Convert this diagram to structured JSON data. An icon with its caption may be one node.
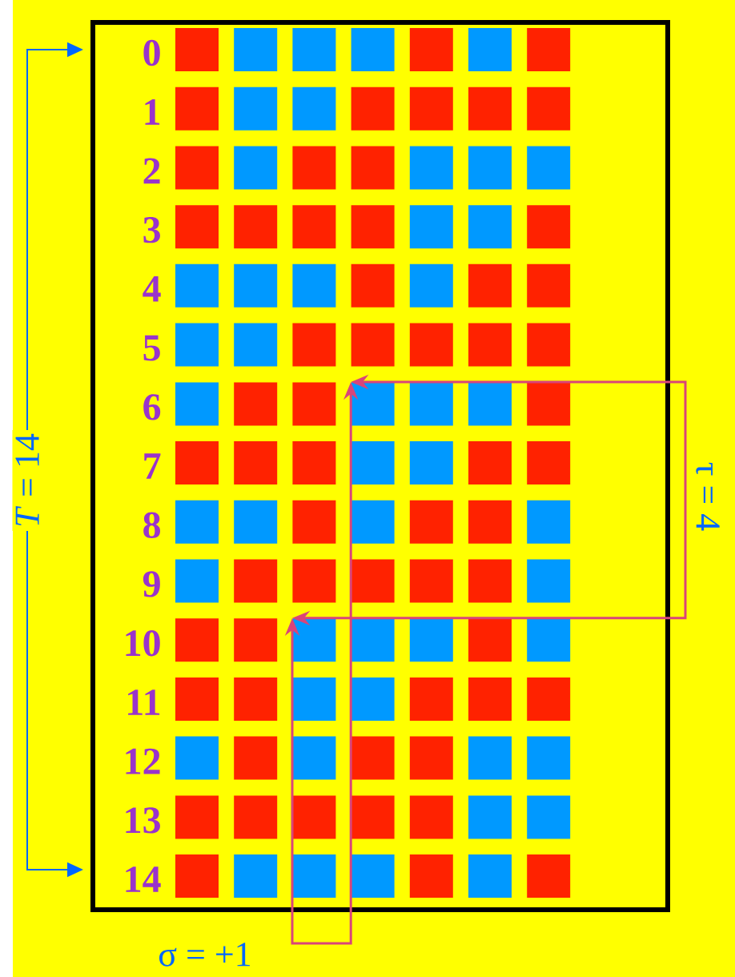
{
  "diagram": {
    "nodes": [
      {
        "text": [],
        "shape": "box"
      },
      {
        "text": [],
        "shape": "box"
      },
      {
        "text": [],
        "shape": "box"
      },
      {
        "text": [],
        "shape": "box"
      },
      {
        "text": [],
        "shape": "box"
      },
      {
        "text": [],
        "shape": "box"
      },
      {
        "text": [],
        "shape": "box"
      },
      {
        "text": [],
        "shape": "box"
      },
      {
        "text": [],
        "shape": "box"
      },
      {
        "text": [],
        "shape": "box"
      },
      {
        "text": [],
        "shape": "box"
      },
      {
        "text": [],
        "shape": "box"
      },
      {
        "text": [],
        "shape": "box"
      },
      {
        "text": [],
        "shape": "box"
      },
      {
        "text": [],
        "shape": "box"
      },
      {
        "text": [],
        "shape": "box"
      },
      {
        "text": [],
        "shape": "box"
      },
      {
        "text": [],
        "shape": "box"
      },
      {
        "text": [],
        "shape": "box"
      },
      {
        "text": [],
        "shape": "box"
      },
      {
        "text": [],
        "shape": "box"
      },
      {
        "text": [],
        "shape": "box"
      },
      {
        "text": [],
        "shape": "box"
      },
      {
        "text": [],
        "shape": "box"
      },
      {
        "text": [],
        "shape": "box"
      },
      {
        "text": [],
        "shape": "box"
      },
      {
        "text": [],
        "shape": "box"
      },
      {
        "text": [],
        "shape": "box"
      },
      {
        "text": [],
        "shape": "box"
      },
      {
        "text": [],
        "shape": "box"
      },
      {
        "text": [],
        "shape": "box"
      },
      {
        "text": [],
        "shape": "box"
      },
      {
        "text": [],
        "shape": "box"
      },
      {
        "text": [],
        "shape": "box"
      },
      {
        "text": [],
        "shape": "box"
      },
      {
        "text": [],
        "shape": "box"
      },
      {
        "text": [],
        "shape": "box"
      },
      {
        "text": [],
        "shape": "box"
      },
      {
        "text": [],
        "shape": "box"
      },
      {
        "text": [],
        "shape": "box"
      },
      {
        "text": [],
        "shape": "box"
      },
      {
        "text": [],
        "shape": "box"
      },
      {
        "text": [],
        "shape": "box"
      },
      {
        "text": [],
        "shape": "box"
      },
      {
        "text": [],
        "shape": "box"
      },
      {
        "text": [],
        "shape": "box"
      },
      {
        "text": [],
        "shape": "box"
      },
      {
        "text": [],
        "shape": "box"
      },
      {
        "text": [],
        "shape": "box"
      },
      {
        "text": [],
        "shape": "box"
      },
      {
        "text": [],
        "shape": "box"
      },
      {
        "text": [],
        "shape": "box"
      },
      {
        "text": [],
        "shape": "box"
      },
      {
        "text": [],
        "shape": "box"
      },
      {
        "text": [],
        "shape": "box"
      },
      {
        "text": [],
        "shape": "box"
      },
      {
        "text": [],
        "shape": "box"
      },
      {
        "text": [],
        "shape": "box"
      },
      {
        "text": [],
        "shape": "box"
      },
      {
        "text": [],
        "shape": "box"
      },
      {
        "text": [],
        "shape": "box"
      },
      {
        "text": [],
        "shape": "box"
      },
      {
        "text": [],
        "shape": "box"
      },
      {
        "text": [],
        "shape": "box"
      },
      {
        "text": [],
        "shape": "box"
      },
      {
        "text": [],
        "shape": "box"
      },
      {
        "text": [],
        "shape": "box"
      },
      {
        "text": [],
        "shape": "box"
      },
      {
        "text": [],
        "shape": "box"
      },
      {
        "text": [],
        "shape": "box"
      },
      {
        "text": [],
        "shape": "box"
      },
      {
        "text": [],
        "shape": "box"
      },
      {
        "text": [],
        "shape": "box"
      },
      {
        "text": [],
        "shape": "box"
      },
      {
        "text": [],
        "shape": "box"
      },
      {
        "text": [],
        "shape": "box"
      },
      {
        "text": [],
        "shape": "box"
      },
      {
        "text": [],
        "shape": "box"
      },
      {
        "text": [],
        "shape": "box"
      },
      {
        "text": [],
        "shape": "box"
      },
      {
        "text": [],
        "shape": "box"
      },
      {
        "text": [],
        "shape": "box"
      },
      {
        "text": [],
        "shape": "box"
      },
      {
        "text": [],
        "shape": "box"
      },
      {
        "text": [],
        "shape": "box"
      },
      {
        "text": [],
        "shape": "box"
      },
      {
        "text": [],
        "shape": "box"
      },
      {
        "text": [],
        "shape": "box"
      },
      {
        "text": [],
        "shape": "box"
      },
      {
        "text": [],
        "shape": "box"
      },
      {
        "text": [],
        "shape": "box"
      },
      {
        "text": [],
        "shape": "box"
      },
      {
        "text": [],
        "shape": "box"
      },
      {
        "text": [],
        "shape": "box"
      },
      {
        "text": [],
        "shape": "box"
      },
      {
        "text": [],
        "shape": "box"
      },
      {
        "text": [],
        "shape": "box"
      },
      {
        "text": [],
        "shape": "box"
      },
      {
        "text": [],
        "shape": "box"
      },
      {
        "text": [],
        "shape": "box"
      },
      {
        "text": [],
        "shape": "box"
      },
      {
        "text": [],
        "shape": "box"
      },
      {
        "text": [],
        "shape": "box"
      },
      {
        "text": [],
        "shape": "box"
      },
      {
        "text": [],
        "shape": "box"
      }
    ],
    "edges": [
      {
        "from": 45,
        "to": 72,
        "arrow": "both",
        "label": "τ = 4",
        "color": "#d9457a"
      },
      {
        "from": 72,
        "to": 45,
        "arrow": "both",
        "label": "σ = +1",
        "color": "#d9457a"
      }
    ],
    "labels": [
      "0",
      "1",
      "2",
      "3",
      "4",
      "5",
      "6",
      "7",
      "8",
      "9",
      "10",
      "11",
      "12",
      "13",
      "14",
      "*T* = 14"
    ]
  }
}
